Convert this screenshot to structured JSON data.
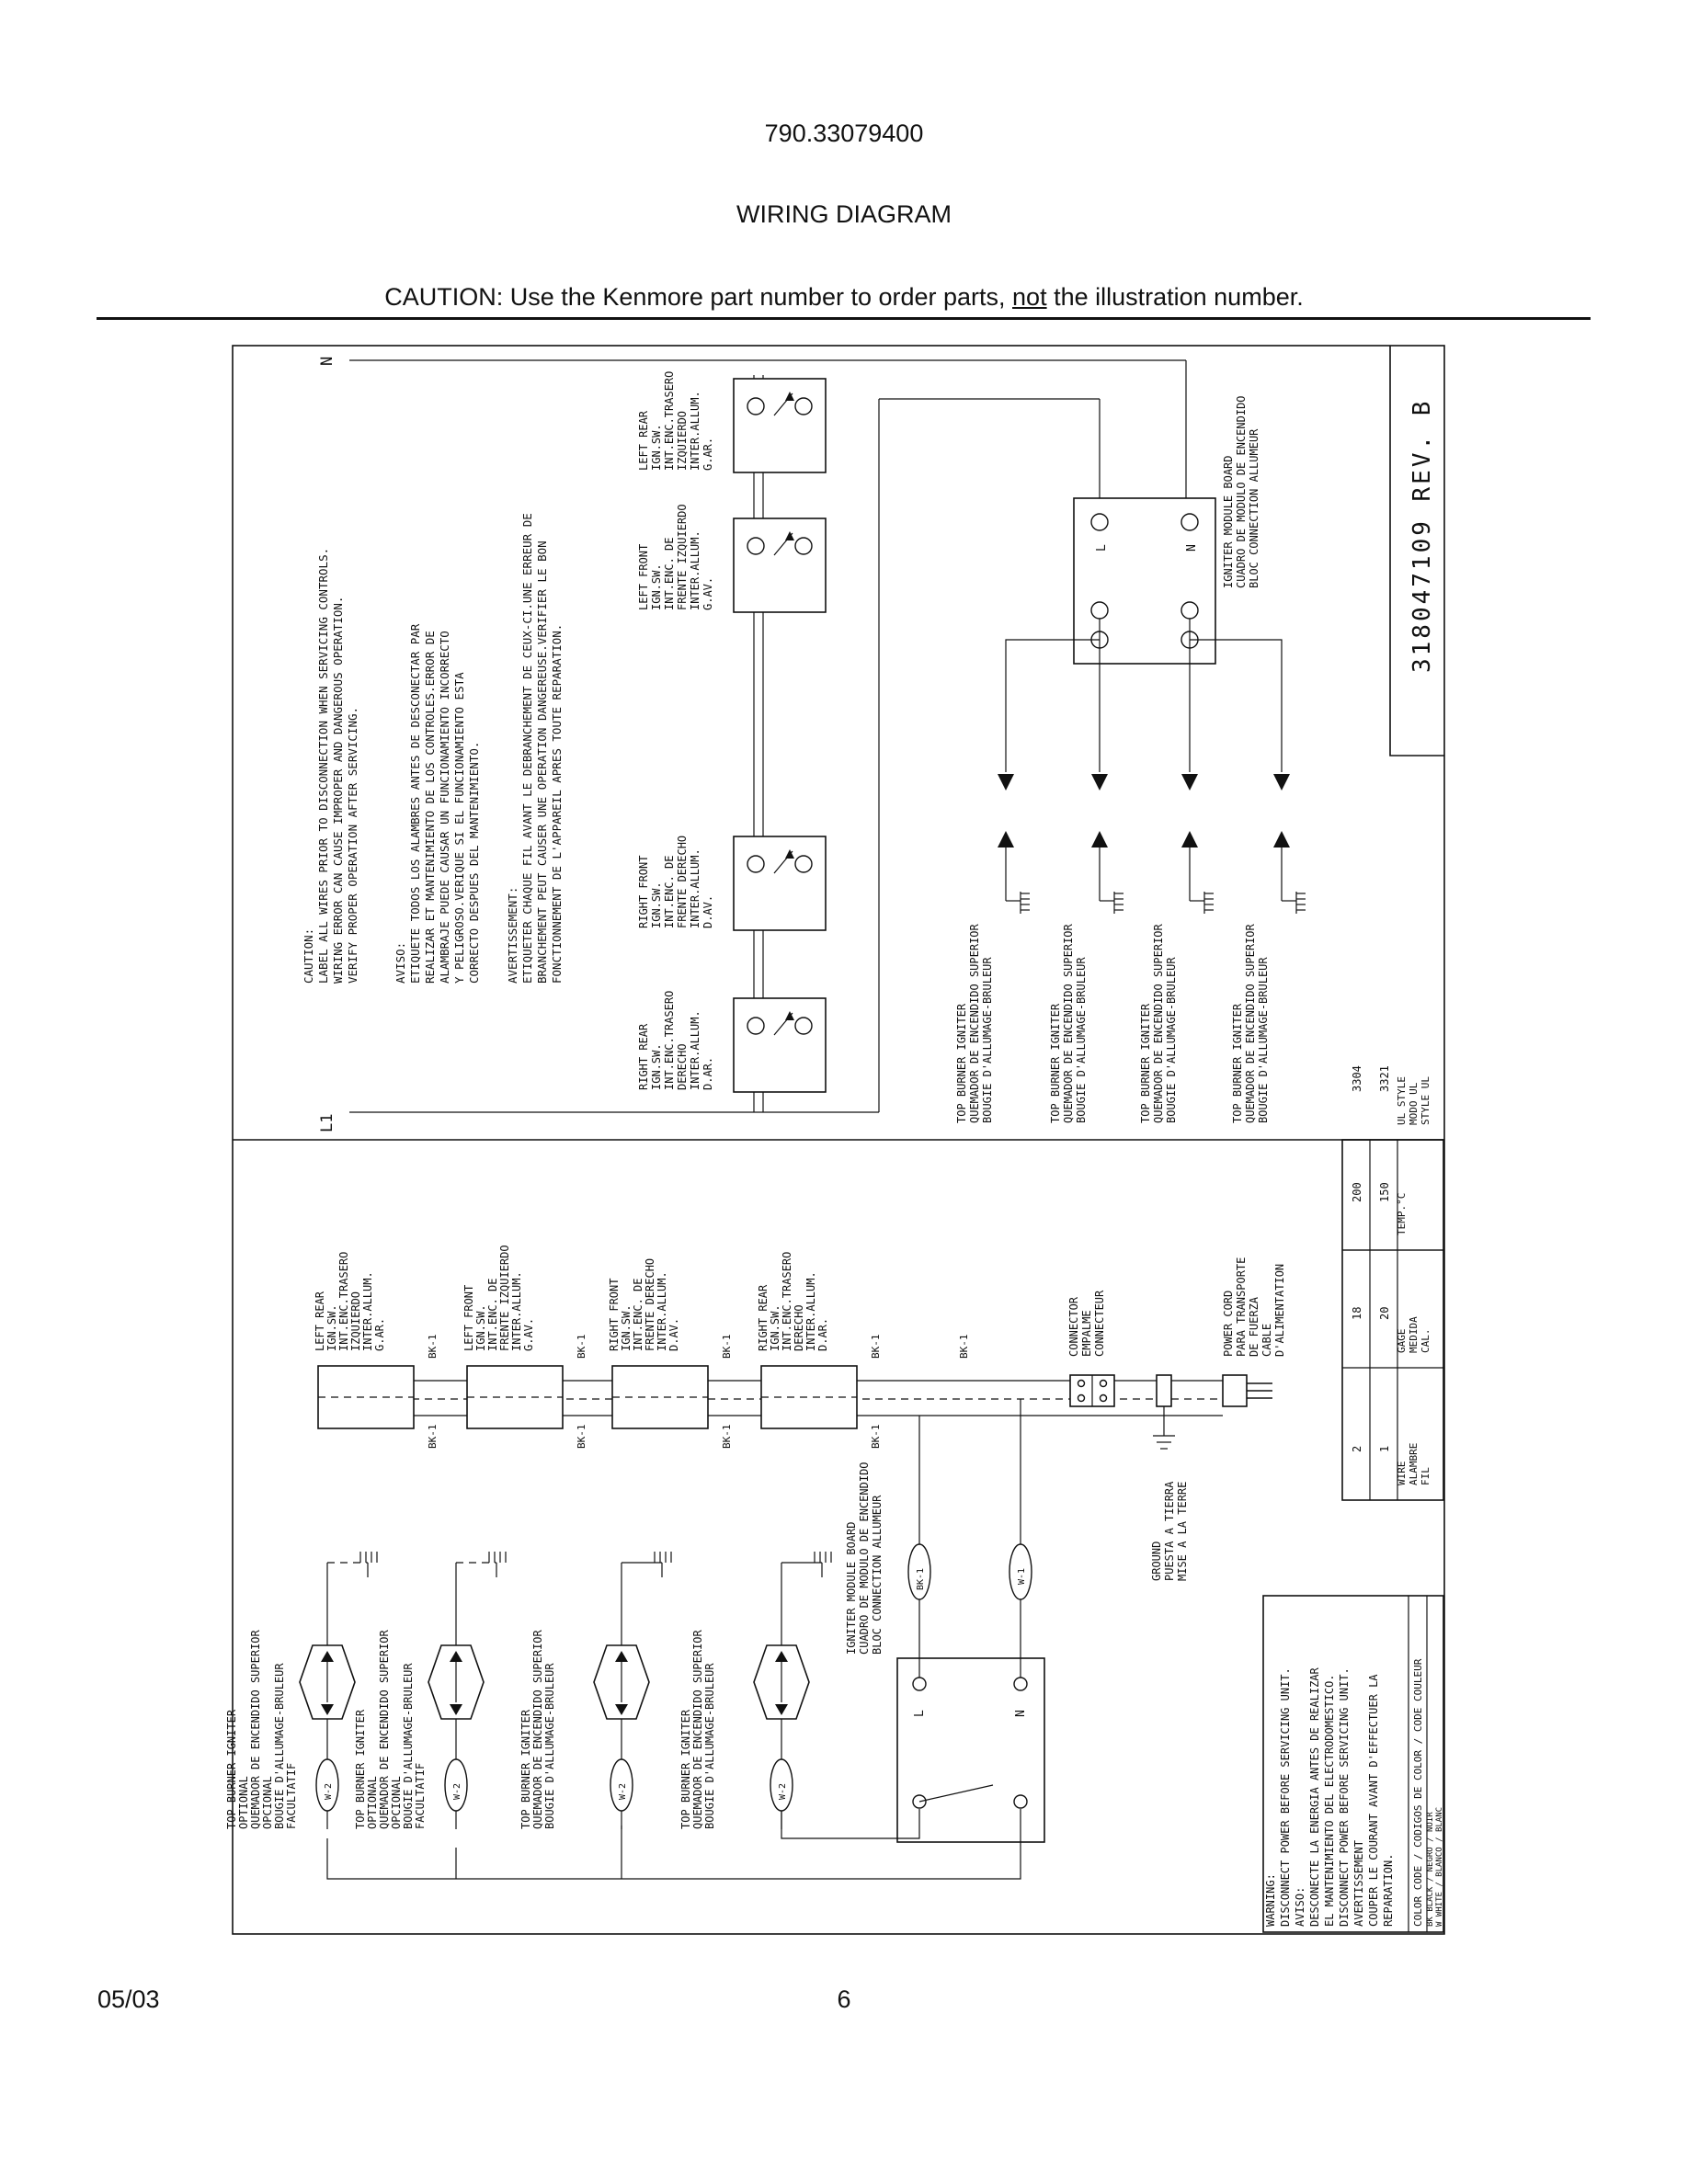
{
  "header": {
    "model_number": "790.33079400",
    "title": "WIRING DIAGRAM",
    "caution_prefix": "CAUTION: Use the Kenmore part number to order parts, ",
    "caution_not": "not",
    "caution_suffix": " the illustration number."
  },
  "footer": {
    "date": "05/03",
    "page": "6"
  },
  "schematic": {
    "n_label": "N",
    "l1_label": "L1",
    "part_number": "318047109 REV. B",
    "caution_block": {
      "caution": [
        "CAUTION:",
        "LABEL ALL WIRES PRIOR TO DISCONNECTION WHEN SERVICING CONTROLS.",
        "WIRING ERROR CAN CAUSE IMPROPER AND DANGEROUS OPERATION.",
        "VERIFY PROPER OPERATION AFTER SERVICING."
      ],
      "aviso": [
        "AVISO:",
        "ETIQUETE TODOS LOS ALAMBRES ANTES DE DESCONECTAR PAR",
        "REALIZAR ET MANTENIMIENTO DE LOS CONTROLES.ERROR DE",
        "ALAMBRAJE PUEDE CAUSAR UN FUNCIONAMIENTO INCORRECTO",
        "Y PELIGROSO.VERIQUE SI EL FUNCIONAMIENTO ESTA",
        "CORRECTO DESPUES DEL MANTENIMIENTO."
      ],
      "avertissement": [
        "AVERTISSEMENT:",
        "ETIQUETER CHAQUE FIL AVANT LE DEBRANCHEMENT DE CEUX-CI.UNE ERREUR DE",
        "BRANCHEMENT PEUT CAUSER UNE OPERATION DANGEREUSE.VERIFIER LE BON",
        "FONCTIONNEMENT DE L'APPAREIL APRES TOUTE REPARATION."
      ]
    },
    "switches": [
      {
        "lines": [
          "LEFT REAR",
          "IGN.SW.",
          "INT.ENC.TRASERO",
          "IZQUIERDO",
          "INTER.ALLUM.",
          "G.AR."
        ]
      },
      {
        "lines": [
          "LEFT FRONT",
          "IGN.SW.",
          "INT.ENC. DE",
          "FRENTE IZQUIERDO",
          "INTER.ALLUM.",
          "G.AV."
        ]
      },
      {
        "lines": [
          "RIGHT FRONT",
          "IGN.SW.",
          "INT.ENC. DE",
          "FRENTE DERECHO",
          "INTER.ALLUM.",
          "D.AV."
        ]
      },
      {
        "lines": [
          "RIGHT REAR",
          "IGN.SW.",
          "INT.ENC.TRASERO",
          "DERECHO",
          "INTER.ALLUM.",
          "D.AR."
        ]
      }
    ],
    "module": {
      "lines": [
        "IGNITER MODULE BOARD",
        "CUADRO DE MODULO DE ENCENDIDO",
        "BLOC CONNECTION ALLUMEUR"
      ],
      "l": "L",
      "n": "N"
    },
    "igniter": {
      "lines": [
        "TOP BURNER IGNITER",
        "QUEMADOR DE ENCENDIDO SUPERIOR",
        "BOUGIE D'ALLUMAGE-BRULEUR"
      ]
    },
    "igniter_optional": {
      "lines": [
        "TOP BURNER IGNITER",
        "OPTIONAL",
        "QUEMADOR DE ENCENDIDO SUPERIOR",
        "OPCIONAL",
        "BOUGIE D'ALLUMAGE-BRULEUR",
        "FACULTATIF"
      ]
    },
    "wire_bk1": "BK-1",
    "wire_w1": "W-1",
    "wire_w2": "W-2",
    "connector": {
      "lines": [
        "CONNECTOR",
        "EMPALME",
        "CONNECTEUR"
      ]
    },
    "power_cord": {
      "lines": [
        "POWER CORD",
        "PARA TRANSPORTE",
        "DE FUERZA",
        "CABLE",
        "D'ALIMENTATION"
      ]
    },
    "ground": {
      "lines": [
        "GROUND",
        "PUESTA A TIERRA",
        "MISE A LA TERRE"
      ]
    },
    "wire_table": {
      "rows": [
        {
          "header": [
            "WIRE",
            "ALAMBRE",
            "FIL"
          ],
          "values": [
            "1",
            "2"
          ]
        },
        {
          "header": [
            "GAGE",
            "MEDIDA",
            "CAL."
          ],
          "values": [
            "20",
            "18"
          ]
        },
        {
          "header": [
            "TEMP.°C"
          ],
          "values": [
            "150",
            "200"
          ]
        },
        {
          "header": [
            "UL STYLE",
            "MODO UL",
            "STYLE UL"
          ],
          "values": [
            "3321",
            "3304"
          ]
        }
      ]
    },
    "warning_block": {
      "lines": [
        "WARNING:",
        "DISCONNECT POWER BEFORE SERVICING UNIT.",
        "AVISO:",
        "DESCONECTE LA ENERGIA ANTES DE REALIZAR",
        "EL MANTENIMIENTO DEL ELECTRODOMESTICO.",
        "DISCONNECT POWER BEFORE SERVICING UNIT.",
        "AVERTISSEMENT",
        "COUPER LE COURANT AVANT D'EFFECTUER LA",
        "REPARATION."
      ],
      "color_code_title": "COLOR CODE / CODIGOS DE COLOR / CODE COULEUR",
      "color_codes": [
        "BK BLACK / NEGRO / NOIR",
        "W WHITE / BLANCO / BLANC"
      ]
    }
  }
}
